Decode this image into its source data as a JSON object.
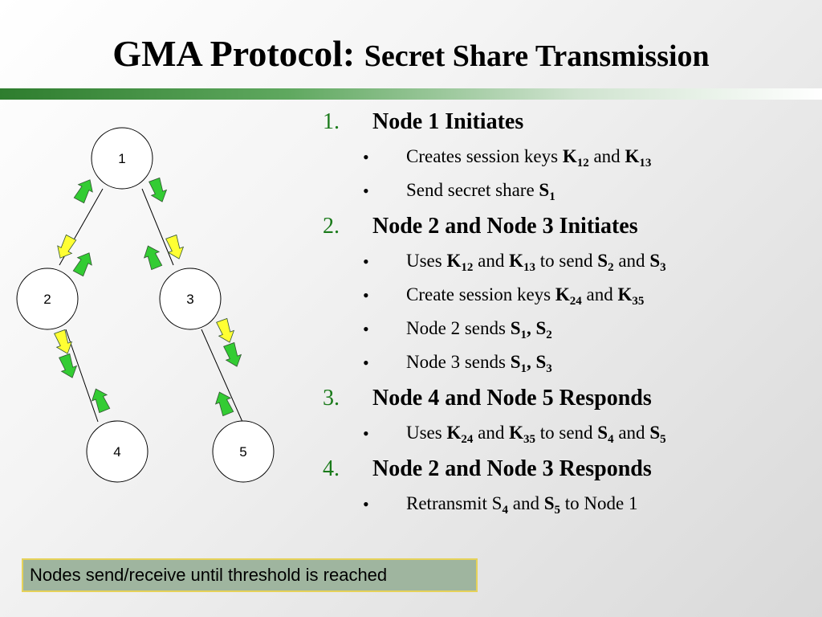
{
  "slide": {
    "title_main": "GMA Protocol: ",
    "title_sub": "Secret Share Transmission"
  },
  "diagram": {
    "nodes": [
      "1",
      "2",
      "3",
      "4",
      "5"
    ],
    "arrow_colors": {
      "green": "#33cc33",
      "yellow": "#ffff33"
    }
  },
  "steps": [
    {
      "num": "1.",
      "heading": "Node 1 Initiates",
      "bullets": [
        {
          "parts": [
            [
              "Creates session keys ",
              ""
            ],
            [
              "K",
              "b"
            ],
            [
              "12",
              "bsub"
            ],
            [
              " and ",
              ""
            ],
            [
              "K",
              "b"
            ],
            [
              "13",
              "bsub"
            ]
          ]
        },
        {
          "parts": [
            [
              "Send secret share ",
              ""
            ],
            [
              "S",
              "b"
            ],
            [
              "1",
              "bsub"
            ]
          ]
        }
      ]
    },
    {
      "num": "2.",
      "heading": "Node 2 and Node 3 Initiates",
      "bullets": [
        {
          "parts": [
            [
              "Uses ",
              ""
            ],
            [
              "K",
              "b"
            ],
            [
              "12",
              "bsub"
            ],
            [
              " and ",
              ""
            ],
            [
              "K",
              "b"
            ],
            [
              "13",
              "bsub"
            ],
            [
              " to send ",
              ""
            ],
            [
              "S",
              "b"
            ],
            [
              "2",
              "bsub"
            ],
            [
              " and ",
              ""
            ],
            [
              "S",
              "b"
            ],
            [
              "3",
              "bsub"
            ]
          ]
        },
        {
          "parts": [
            [
              "Create session keys ",
              ""
            ],
            [
              "K",
              "b"
            ],
            [
              "24",
              "bsub"
            ],
            [
              " and ",
              ""
            ],
            [
              "K",
              "b"
            ],
            [
              "35",
              "bsub"
            ]
          ]
        },
        {
          "parts": [
            [
              "Node 2 sends ",
              ""
            ],
            [
              "S",
              "b"
            ],
            [
              "1",
              "bsub"
            ],
            [
              ", S",
              "b"
            ],
            [
              "2",
              "bsub"
            ]
          ]
        },
        {
          "parts": [
            [
              "Node 3 sends ",
              ""
            ],
            [
              "S",
              "b"
            ],
            [
              "1",
              "bsub"
            ],
            [
              ", S",
              "b"
            ],
            [
              "3",
              "bsub"
            ]
          ]
        }
      ]
    },
    {
      "num": "3.",
      "heading": "Node 4 and Node 5 Responds",
      "bullets": [
        {
          "parts": [
            [
              "Uses ",
              ""
            ],
            [
              "K",
              "b"
            ],
            [
              "24",
              "bsub"
            ],
            [
              " and ",
              ""
            ],
            [
              "K",
              "b"
            ],
            [
              "35",
              "bsub"
            ],
            [
              " to send ",
              ""
            ],
            [
              "S",
              "b"
            ],
            [
              "4",
              "bsub"
            ],
            [
              " and ",
              ""
            ],
            [
              "S",
              "b"
            ],
            [
              "5",
              "bsub"
            ]
          ]
        }
      ]
    },
    {
      "num": "4.",
      "heading": "Node 2 and Node 3 Responds",
      "bullets": [
        {
          "parts": [
            [
              "Retransmit S",
              ""
            ],
            [
              "4",
              "bsub"
            ],
            [
              " and ",
              ""
            ],
            [
              "S",
              "b"
            ],
            [
              "5",
              "bsub"
            ],
            [
              " to Node 1",
              ""
            ]
          ]
        }
      ]
    }
  ],
  "footer_note": "Nodes send/receive until threshold is reached"
}
